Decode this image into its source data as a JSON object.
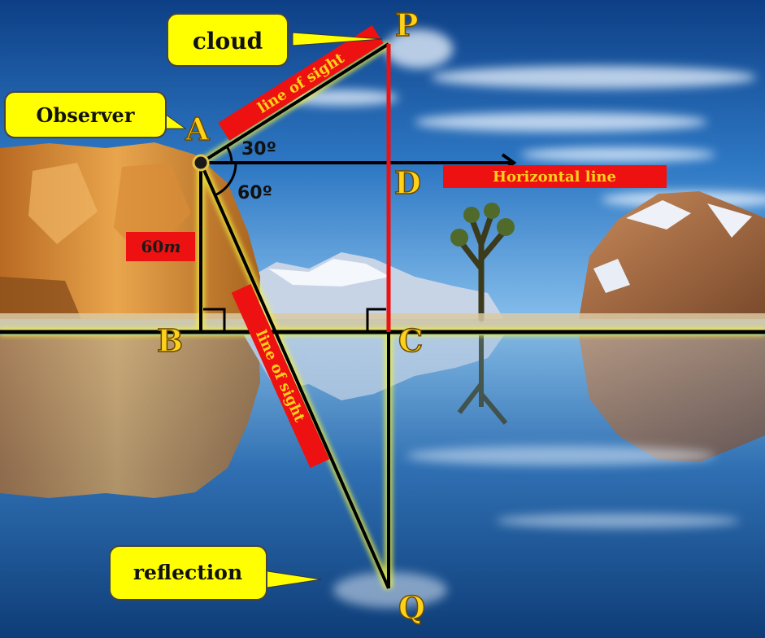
{
  "labels": {
    "cloud": "cloud",
    "observer": "Observer",
    "reflection": "reflection",
    "line_of_sight_up": "line of sight",
    "line_of_sight_down": "line of sight",
    "horizontal_line": "Horizontal line",
    "height": "60",
    "height_unit": "m",
    "angle_up": "30º",
    "angle_down": "60º"
  },
  "points": {
    "A": "A",
    "B": "B",
    "C": "C",
    "D": "D",
    "P": "P",
    "Q": "Q"
  },
  "colors": {
    "callout_fill": "#ffff00",
    "tag_fill": "#ee1111",
    "point_label": "#ffd21a",
    "glow": "#f2f23a",
    "line": "#000000",
    "vertical_pq": "#ee1111"
  }
}
